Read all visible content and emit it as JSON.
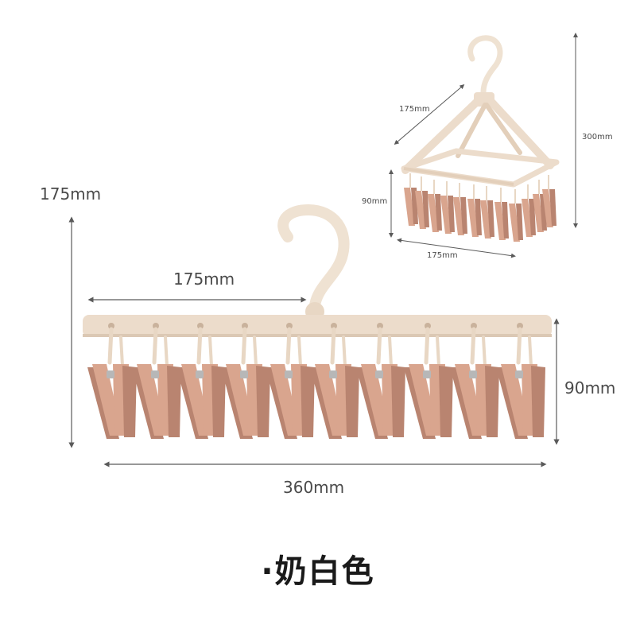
{
  "dimensions": {
    "left_height": "175mm",
    "top_width": "175mm",
    "right_height": "90mm",
    "bottom_width": "360mm",
    "inset_side": "175mm",
    "inset_height": "300mm",
    "inset_clip_height": "90mm",
    "inset_bottom": "175mm"
  },
  "caption": "·奶白色",
  "colors": {
    "frame": "#ecdccb",
    "clip": "#d9a58e",
    "clip_shadow": "#b98470",
    "hook": "#efe2d2",
    "line": "#5a5a5a"
  }
}
